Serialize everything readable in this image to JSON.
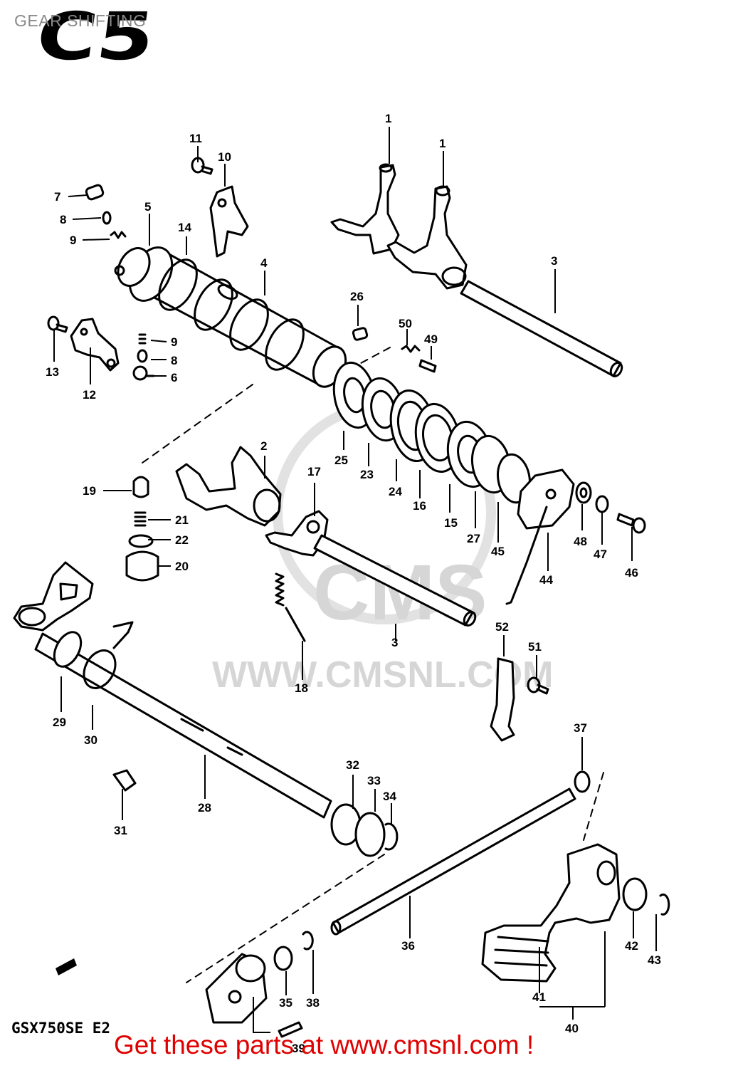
{
  "header": {
    "title": "GEAR SHIFTING",
    "section_code": "C5"
  },
  "watermark": {
    "brand": "CMS",
    "url": "WWW.CMSNL.COM"
  },
  "footer": {
    "model_code": "GSX750SE E2",
    "cta": "Get these parts at www.cmsnl.com !"
  },
  "part_labels": [
    "1",
    "1",
    "2",
    "3",
    "3",
    "4",
    "5",
    "6",
    "7",
    "8",
    "8",
    "9",
    "9",
    "10",
    "11",
    "12",
    "13",
    "14",
    "15",
    "16",
    "17",
    "18",
    "19",
    "20",
    "21",
    "22",
    "23",
    "24",
    "25",
    "26",
    "27",
    "28",
    "29",
    "30",
    "31",
    "32",
    "33",
    "34",
    "35",
    "36",
    "37",
    "38",
    "39",
    "40",
    "41",
    "42",
    "43",
    "44",
    "45",
    "46",
    "47",
    "48",
    "49",
    "50",
    "51",
    "52"
  ]
}
